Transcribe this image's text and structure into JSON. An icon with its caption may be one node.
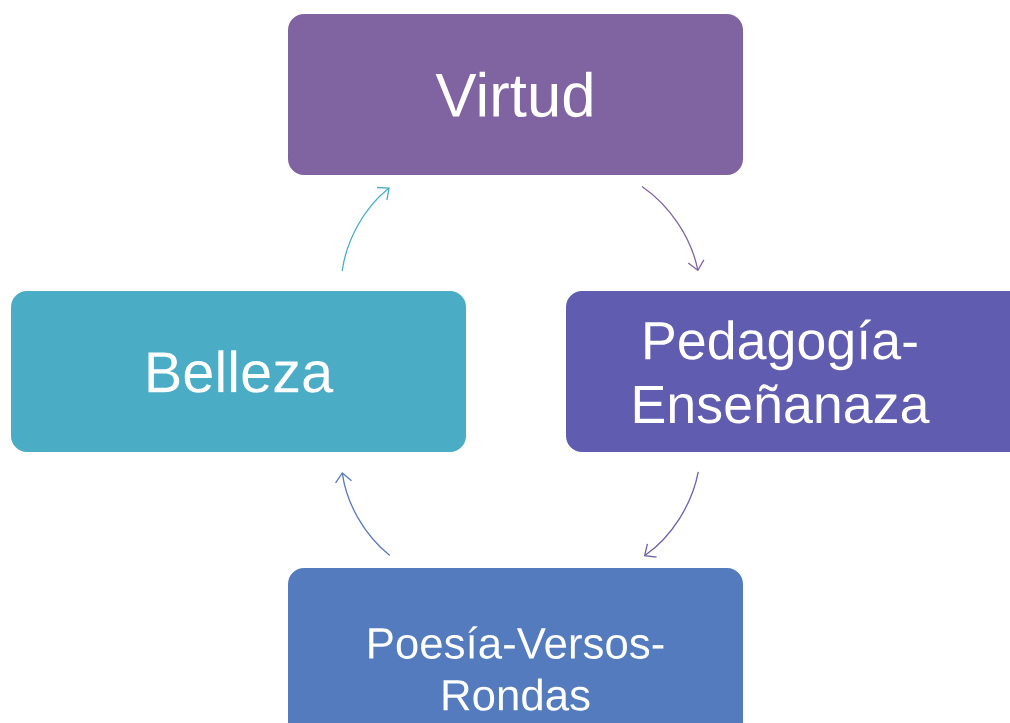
{
  "diagram": {
    "nodes": [
      {
        "text": [
          "Virtud"
        ]
      },
      {
        "text": [
          "Pedagogía- Enseñanaza"
        ]
      },
      {
        "text": [
          "Poesía-Versos- Rondas"
        ]
      },
      {
        "text": [
          "Belleza"
        ]
      }
    ],
    "edges": [
      {
        "from": 0,
        "to": 1,
        "arrow": "to",
        "color": "#8064a2"
      },
      {
        "from": 1,
        "to": 2,
        "arrow": "to",
        "color": "#6a5fb0"
      },
      {
        "from": 2,
        "to": 3,
        "arrow": "to",
        "color": "#5a79bd"
      },
      {
        "from": 3,
        "to": 0,
        "arrow": "to",
        "color": "#4bacc6"
      }
    ]
  }
}
